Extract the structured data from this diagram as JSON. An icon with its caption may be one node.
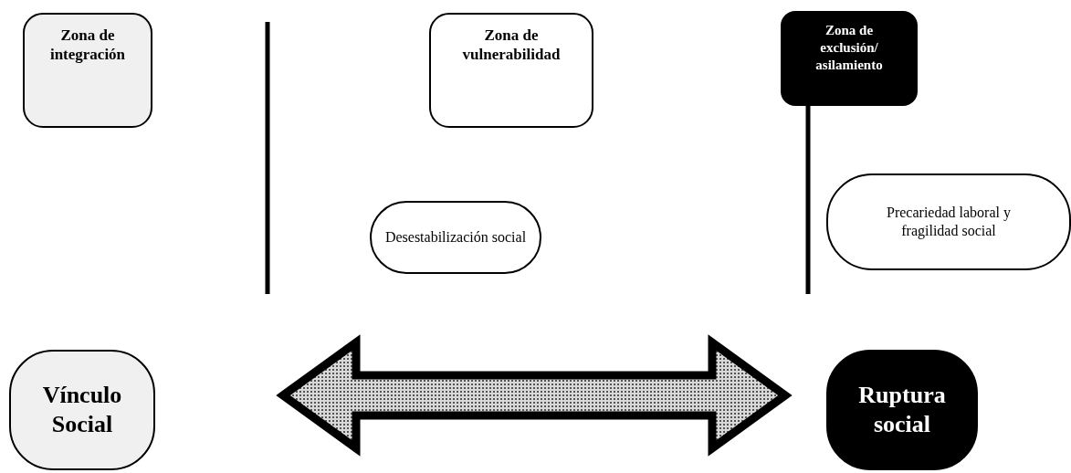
{
  "diagram": {
    "nodes": [
      {
        "text": [
          "Zona de integración"
        ]
      },
      {
        "text": [
          "Zona de vulnerabilidad"
        ]
      },
      {
        "text": [
          "Zona de exclusión/ asilamiento"
        ]
      },
      {
        "text": [
          "Desestabilización social"
        ]
      },
      {
        "text": [
          "Precariedad laboral y fragilidad social"
        ]
      },
      {
        "text": [
          "Vínculo Social"
        ]
      },
      {
        "text": [
          "Ruptura social"
        ]
      }
    ],
    "edges": [
      {
        "from": 5,
        "to": 6,
        "arrow": "both",
        "style": "thick"
      }
    ]
  }
}
